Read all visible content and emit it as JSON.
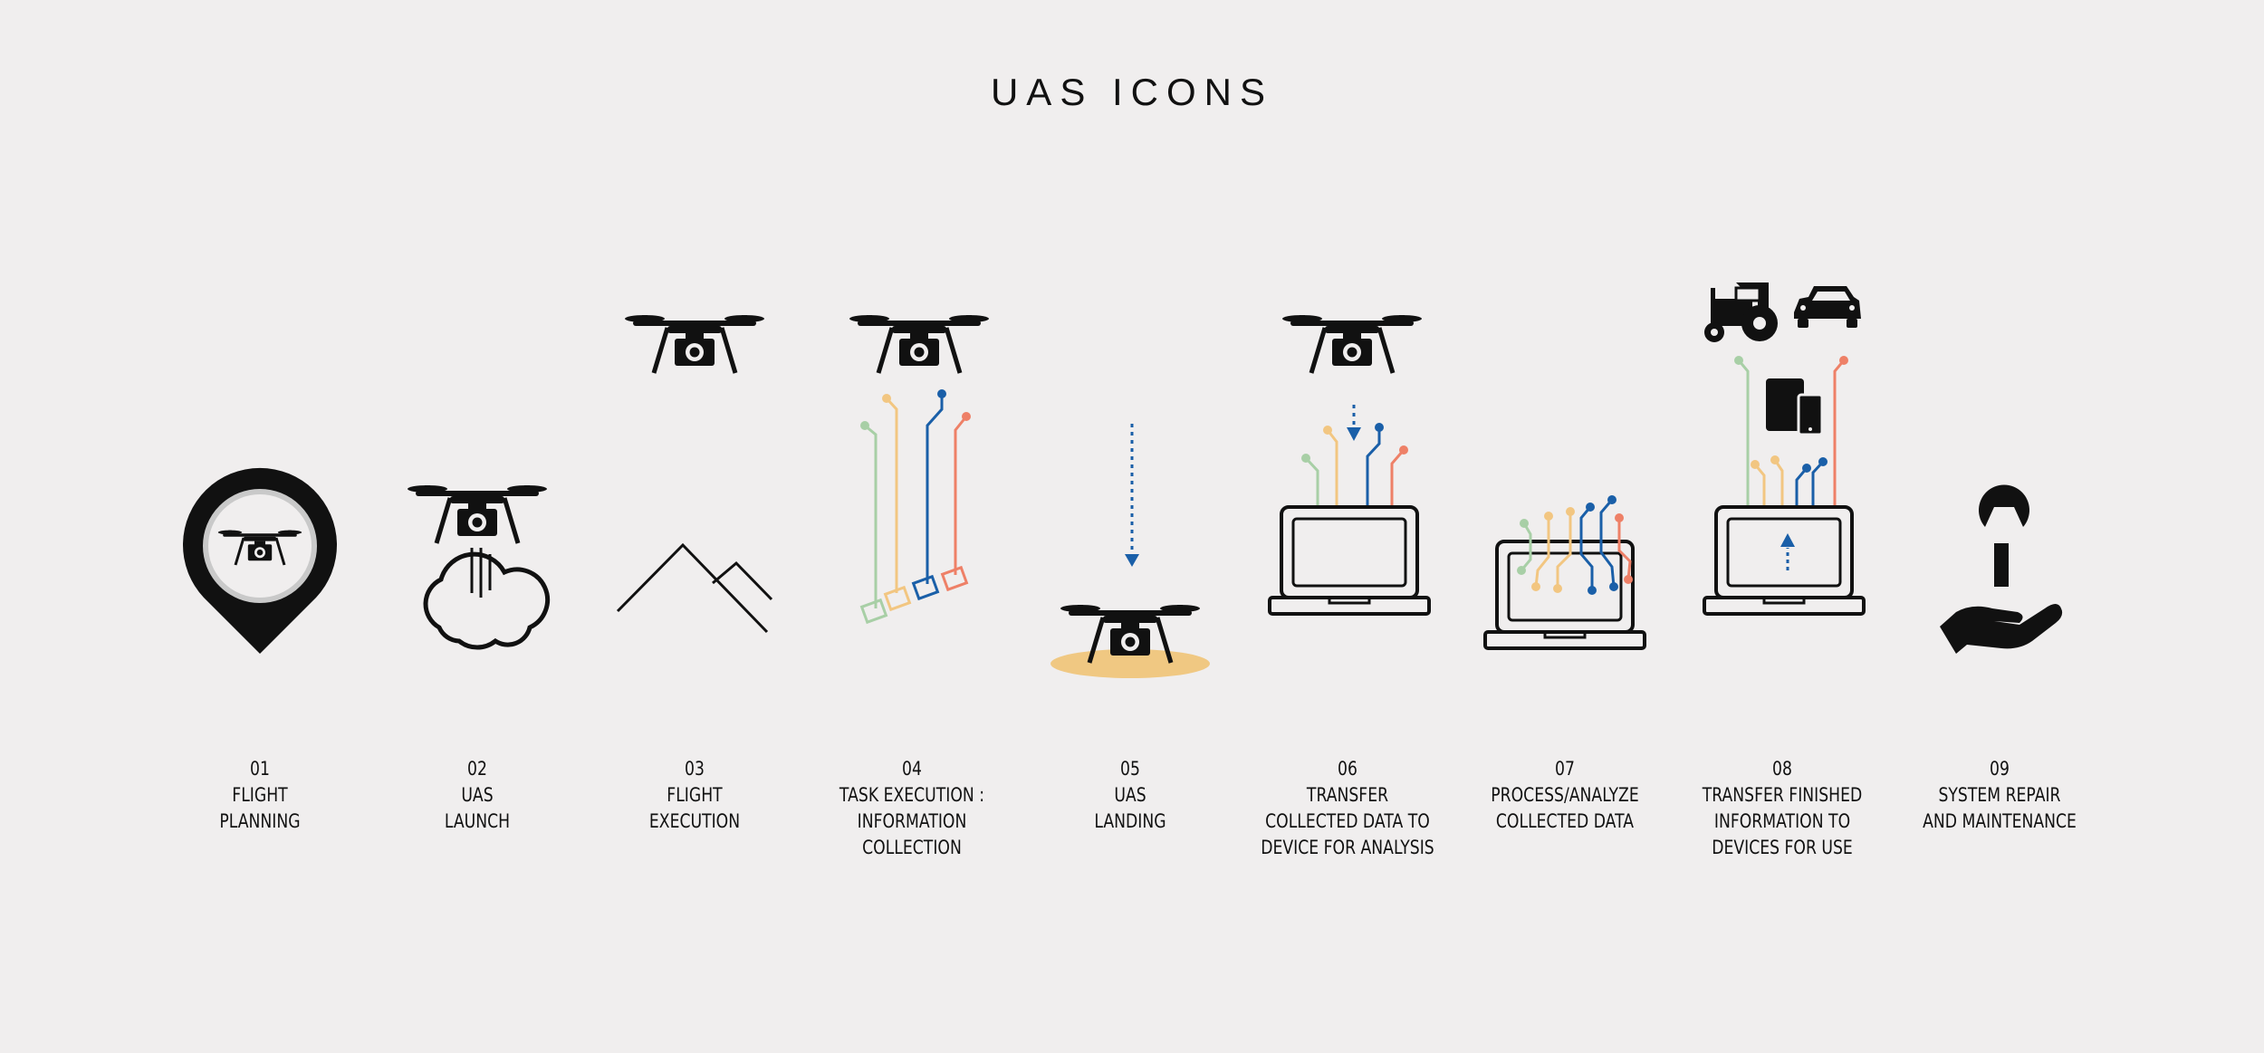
{
  "title": "UAS ICONS",
  "colors": {
    "background": "#f0eeee",
    "ink": "#111111",
    "green": "#a8cfa6",
    "yellow": "#f2c681",
    "blue": "#1a5fa8",
    "coral": "#ee8067",
    "landing_pad": "#f0c882"
  },
  "steps": [
    {
      "number": "01",
      "line1": "FLIGHT",
      "line2": "PLANNING",
      "line3": "",
      "icon": "map-pin-drone-icon"
    },
    {
      "number": "02",
      "line1": "UAS",
      "line2": "LAUNCH",
      "line3": "",
      "icon": "drone-launch-cloud-icon"
    },
    {
      "number": "03",
      "line1": "FLIGHT",
      "line2": "EXECUTION",
      "line3": "",
      "icon": "drone-over-mountains-icon"
    },
    {
      "number": "04",
      "line1": "TASK EXECUTION :",
      "line2": "INFORMATION",
      "line3": "COLLECTION",
      "icon": "drone-data-collection-icon"
    },
    {
      "number": "05",
      "line1": "UAS",
      "line2": "LANDING",
      "line3": "",
      "icon": "drone-landing-icon"
    },
    {
      "number": "06",
      "line1": "TRANSFER",
      "line2": "COLLECTED DATA TO",
      "line3": "DEVICE FOR ANALYSIS",
      "icon": "drone-to-laptop-icon"
    },
    {
      "number": "07",
      "line1": "PROCESS/ANALYZE",
      "line2": "COLLECTED DATA",
      "line3": "",
      "icon": "laptop-processing-icon"
    },
    {
      "number": "08",
      "line1": "TRANSFER FINISHED",
      "line2": "INFORMATION TO",
      "line3": "DEVICES FOR USE",
      "icon": "laptop-to-devices-icon"
    },
    {
      "number": "09",
      "line1": "SYSTEM REPAIR",
      "line2": "AND MAINTENANCE",
      "line3": "",
      "icon": "hand-wrench-icon"
    }
  ]
}
